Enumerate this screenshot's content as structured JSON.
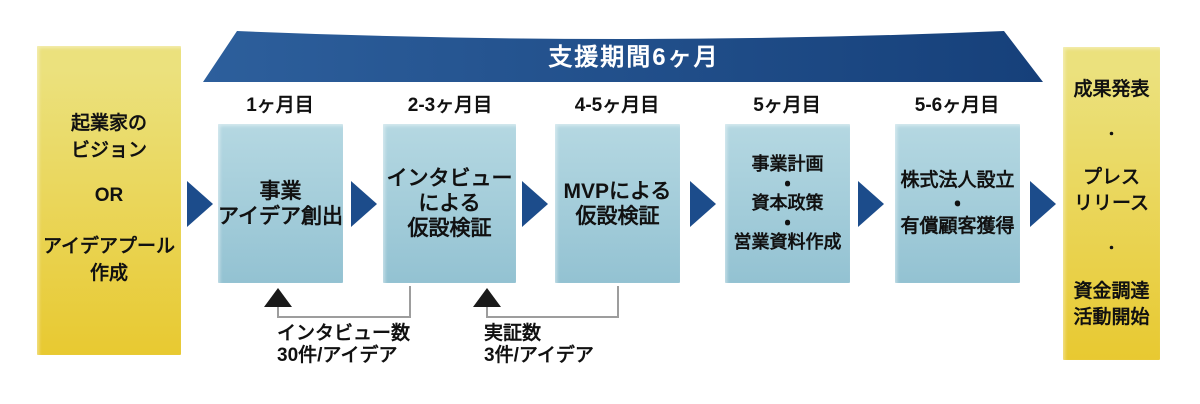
{
  "banner": {
    "label": "支援期間6ヶ月"
  },
  "source_box": {
    "block1": [
      "起業家の",
      "ビジョン"
    ],
    "block2": "OR",
    "block3": [
      "アイデアプール",
      "作成"
    ]
  },
  "stages": [
    {
      "period": "1ヶ月目",
      "content": [
        "事業",
        "アイデア創出"
      ]
    },
    {
      "period": "2-3ヶ月目",
      "content": [
        "インタビュー",
        "による",
        "仮設検証"
      ]
    },
    {
      "period": "4-5ヶ月目",
      "content": [
        "MVPによる",
        "仮設検証"
      ]
    },
    {
      "period": "5ヶ月目",
      "content": [
        "事業計画",
        "・",
        "資本政策",
        "・",
        "営業資料作成"
      ]
    },
    {
      "period": "5-6ヶ月目",
      "content": [
        "株式法人設立",
        "・",
        "有償顧客獲得"
      ]
    }
  ],
  "outcome_box": {
    "lines": [
      "成果発表",
      "・",
      "プレス",
      "リリース",
      "・",
      "資金調達",
      "活動開始"
    ]
  },
  "annotations": [
    {
      "lines": [
        "インタビュー数",
        "30件/アイデア"
      ]
    },
    {
      "lines": [
        "実証数",
        "3件/アイデア"
      ]
    }
  ],
  "colors": {
    "banner-left": "#2d5f9c",
    "banner-right": "#16407a",
    "flow-arrow": "#1c4c8b",
    "stage-box-top": "#b5d8e2",
    "stage-box-bottom": "#93c2d2",
    "yellow-top": "#ebe17d",
    "yellow-bottom": "#e8c931",
    "text": "#111111",
    "connector": "#9d9d9d",
    "marker": "#1a1a1a"
  }
}
